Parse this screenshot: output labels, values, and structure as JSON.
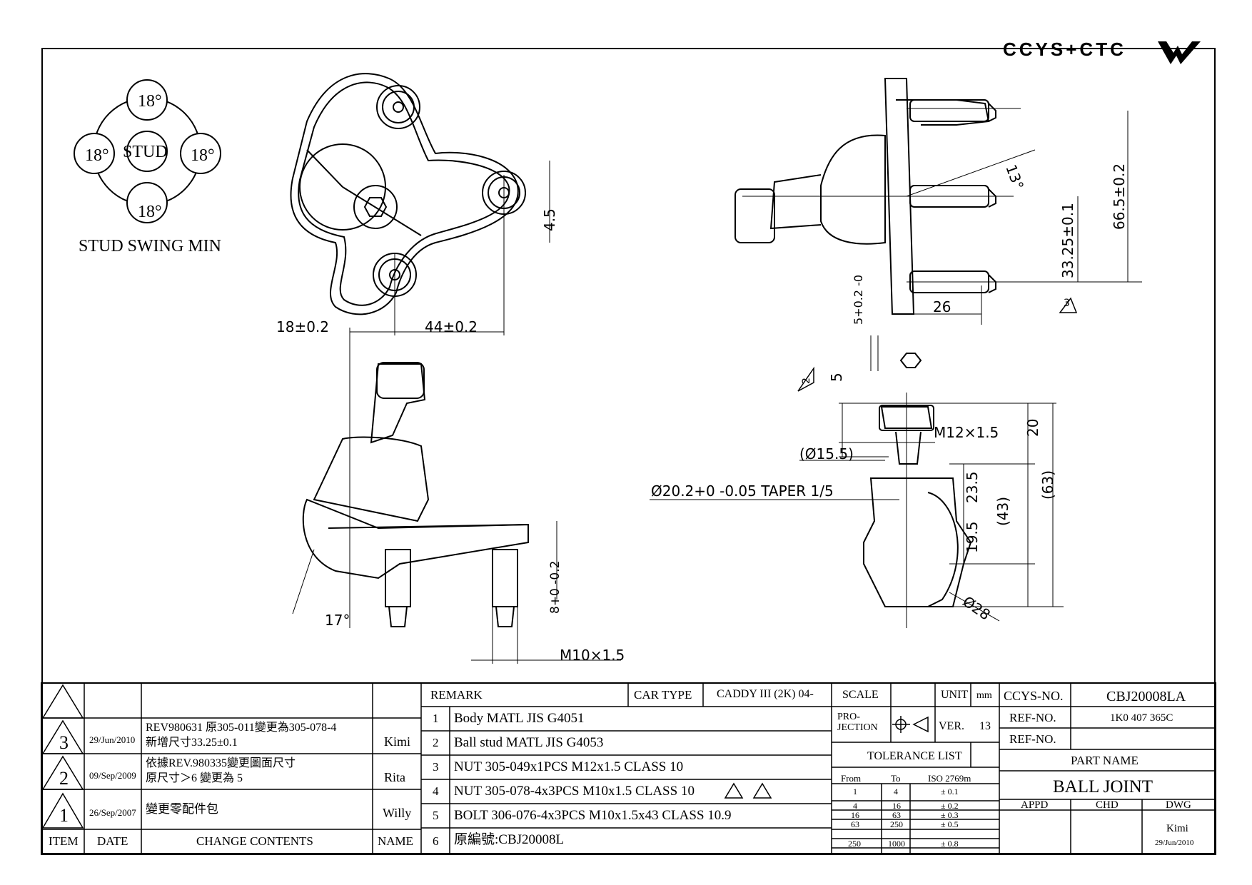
{
  "logo": {
    "text": "CCYS+CTC"
  },
  "swing": {
    "title": "STUD SWING MIN",
    "center": "STUD",
    "top": "18°",
    "left": "18°",
    "right": "18°",
    "bottom": "18°"
  },
  "dims": {
    "d1": "18±0.2",
    "d2": "44±0.2",
    "d3": "4.5",
    "d4": "17°",
    "d5": "8+0 -0.2",
    "d6": "M10×1.5",
    "d7": "13°",
    "d8": "66.5±0.2",
    "d9": "33.25±0.1",
    "d10": "26",
    "d11": "5+0.2 -0",
    "d12": "5",
    "d13": "M12×1.5",
    "d14": "(Ø15.5)",
    "d15": "Ø20.2+0 -0.05  TAPER 1/5",
    "d16": "20",
    "d17": "23.5",
    "d18": "(43)",
    "d19": "(63)",
    "d20": "19.5",
    "d21": "Ø28",
    "tri2": "2",
    "tri3": "3"
  },
  "revisions": {
    "rows": [
      {
        "item": "3",
        "date": "29/Jun/2010",
        "content1": "REV980631 原305-011變更為305-078-4",
        "content2": "新增尺寸33.25±0.1",
        "name": "Kimi"
      },
      {
        "item": "2",
        "date": "09/Sep/2009",
        "content1": "依據REV.980335變更圖面尺寸",
        "content2": "原尺寸＞6 變更為 5",
        "name": "Rita"
      },
      {
        "item": "1",
        "date": "26/Sep/2007",
        "content1": "變更零配件包",
        "content2": "",
        "name": "Willy"
      }
    ],
    "headers": {
      "item": "ITEM",
      "date": "DATE",
      "content": "CHANGE CONTENTS",
      "name": "NAME"
    }
  },
  "remarks": {
    "label": "REMARK",
    "car_type_label": "CAR TYPE",
    "car_type": "CADDY III (2K) 04-",
    "items": [
      {
        "no": "1",
        "text": "Body MATL JIS G4051"
      },
      {
        "no": "2",
        "text": "Ball stud MATL JIS G4053"
      },
      {
        "no": "3",
        "text": "NUT 305-049x1PCS M12x1.5 CLASS 10"
      },
      {
        "no": "4",
        "text": "NUT 305-078-4x3PCS M10x1.5 CLASS 10"
      },
      {
        "no": "5",
        "text": "BOLT 306-076-4x3PCS M10x1.5x43 CLASS 10.9"
      },
      {
        "no": "6",
        "text": "原編號:CBJ20008L"
      }
    ]
  },
  "spec": {
    "scale": "SCALE",
    "unit": "UNIT",
    "unit_val": "mm",
    "projection": "PRO-\nJECTION",
    "ver_label": "VER.",
    "ver": "13",
    "tolerance": "TOLERANCE LIST",
    "tol_headers": {
      "from": "From",
      "to": "To",
      "iso": "ISO 2769m"
    },
    "tol_rows": [
      {
        "from": "1",
        "to": "4",
        "tol": "± 0.1"
      },
      {
        "from": "4",
        "to": "16",
        "tol": "± 0.2"
      },
      {
        "from": "16",
        "to": "63",
        "tol": "± 0.3"
      },
      {
        "from": "63",
        "to": "250",
        "tol": "± 0.5"
      },
      {
        "from": "250",
        "to": "1000",
        "tol": "± 0.8"
      }
    ]
  },
  "title_block": {
    "ccys_label": "CCYS-NO.",
    "ccys": "CBJ20008LA",
    "ref_label": "REF-NO.",
    "ref": "1K0 407 365C",
    "ref2_label": "REF-NO.",
    "ref2": "",
    "part_label": "PART NAME",
    "part": "BALL JOINT",
    "appd": "APPD",
    "chd": "CHD",
    "dwg": "DWG",
    "drawer": "Kimi",
    "date": "29/Jun/2010"
  }
}
